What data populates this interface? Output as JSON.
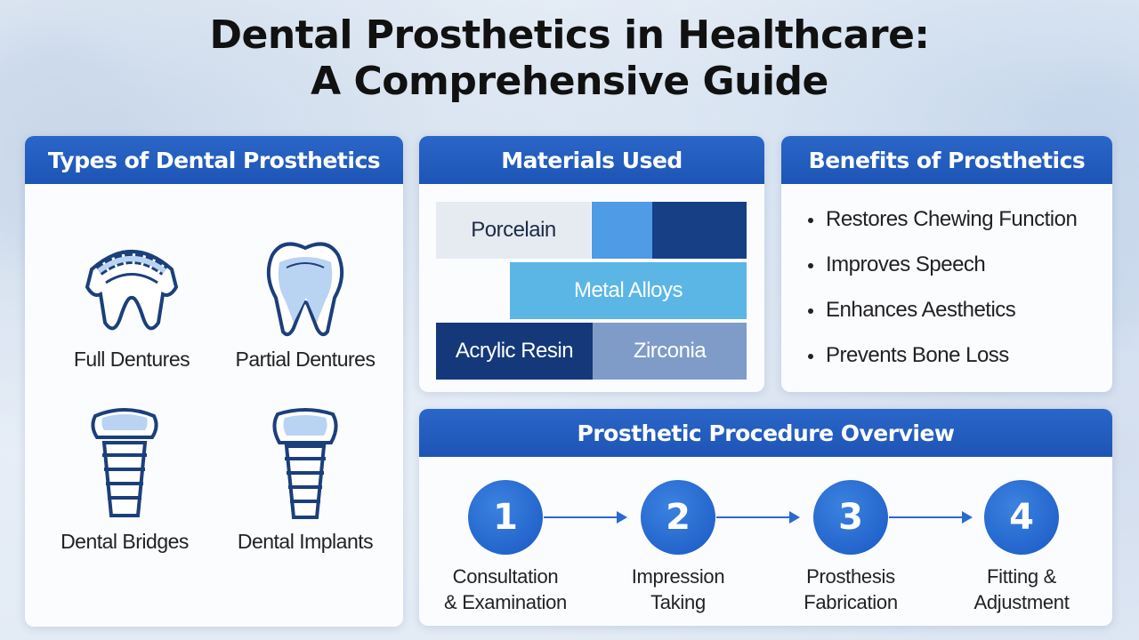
{
  "title": {
    "line1": "Dental Prosthetics in Healthcare:",
    "line2": "A Comprehensive Guide"
  },
  "types": {
    "heading": "Types of Dental Prosthetics",
    "items": [
      {
        "label": "Full Dentures",
        "icon": "full-dentures-icon"
      },
      {
        "label": "Partial Dentures",
        "icon": "tooth-icon"
      },
      {
        "label": "Dental Bridges",
        "icon": "dental-bridge-icon"
      },
      {
        "label": "Dental Implants",
        "icon": "dental-implant-icon"
      }
    ]
  },
  "materials": {
    "heading": "Materials Used",
    "items": [
      {
        "label": "Porcelain",
        "color": "#e6ebf2"
      },
      {
        "label": "",
        "color": "#4f9be6"
      },
      {
        "label": "",
        "color": "#173f86"
      },
      {
        "label": "Metal Alloys",
        "color": "#5bb6e6"
      },
      {
        "label": "Acrylic Resin",
        "color": "#15387a"
      },
      {
        "label": "Zirconia",
        "color": "#7f9cc9"
      }
    ]
  },
  "benefits": {
    "heading": "Benefits of Prosthetics",
    "items": [
      "Restores Chewing Function",
      "Improves Speech",
      "Enhances Aesthetics",
      "Prevents Bone Loss"
    ]
  },
  "procedure": {
    "heading": "Prosthetic Procedure Overview",
    "steps": [
      {
        "number": "1",
        "line1": "Consultation",
        "line2": "& Examination"
      },
      {
        "number": "2",
        "line1": "Impression",
        "line2": "Taking"
      },
      {
        "number": "3",
        "line1": "Prosthesis",
        "line2": "Fabrication"
      },
      {
        "number": "4",
        "line1": "Fitting &",
        "line2": "Adjustment"
      }
    ]
  },
  "colors": {
    "header_blue": "#1d55b5",
    "step_blue": "#1a59c4",
    "icon_outline": "#1b3f7a",
    "icon_fill": "#b9d3f2"
  }
}
